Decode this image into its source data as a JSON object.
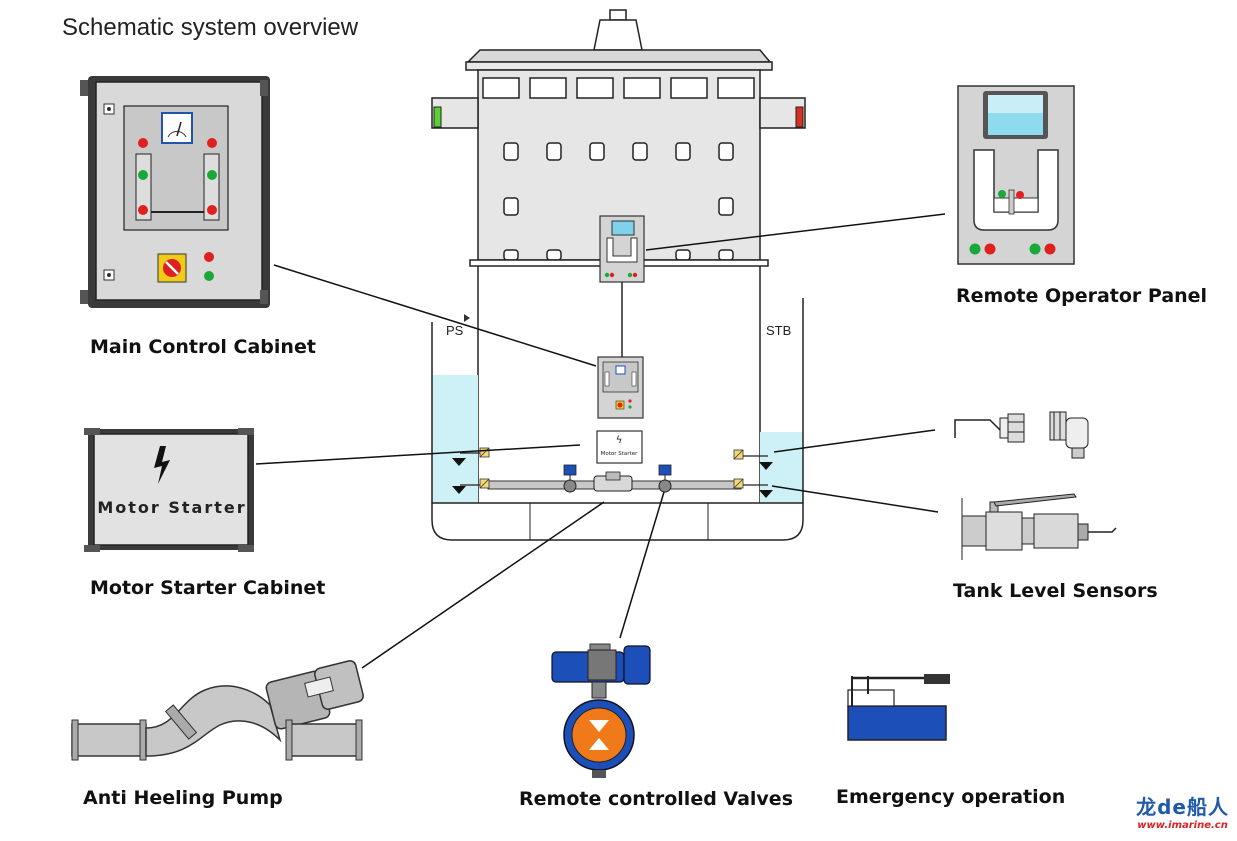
{
  "title": "Schematic system overview",
  "labels": {
    "main_control_cabinet": "Main Control Cabinet",
    "remote_operator_panel": "Remote Operator Panel",
    "motor_starter_cabinet": "Motor Starter Cabinet",
    "tank_level_sensors": "Tank Level Sensors",
    "anti_heeling_pump": "Anti Heeling Pump",
    "remote_controlled_valves": "Remote controlled Valves",
    "emergency_operation": "Emergency operation"
  },
  "tanks": {
    "ps": "PS",
    "stb": "STB"
  },
  "motor_starter": {
    "large_text": "Motor Starter",
    "small_text": "Motor Starter"
  },
  "watermark": {
    "main": "龙de船人",
    "url": "www.imarine.cn"
  },
  "colors": {
    "water": "#cdf1f6",
    "cabinet_gray": "#d4d4d4",
    "valve_blue": "#1d4fb8",
    "valve_orange": "#f07a1a",
    "lamp_red": "#e02020",
    "lamp_green": "#1aa838",
    "knob_yellow": "#f2cc18",
    "brand_blue": "#1f5aa8",
    "brand_red": "#dd2222"
  }
}
